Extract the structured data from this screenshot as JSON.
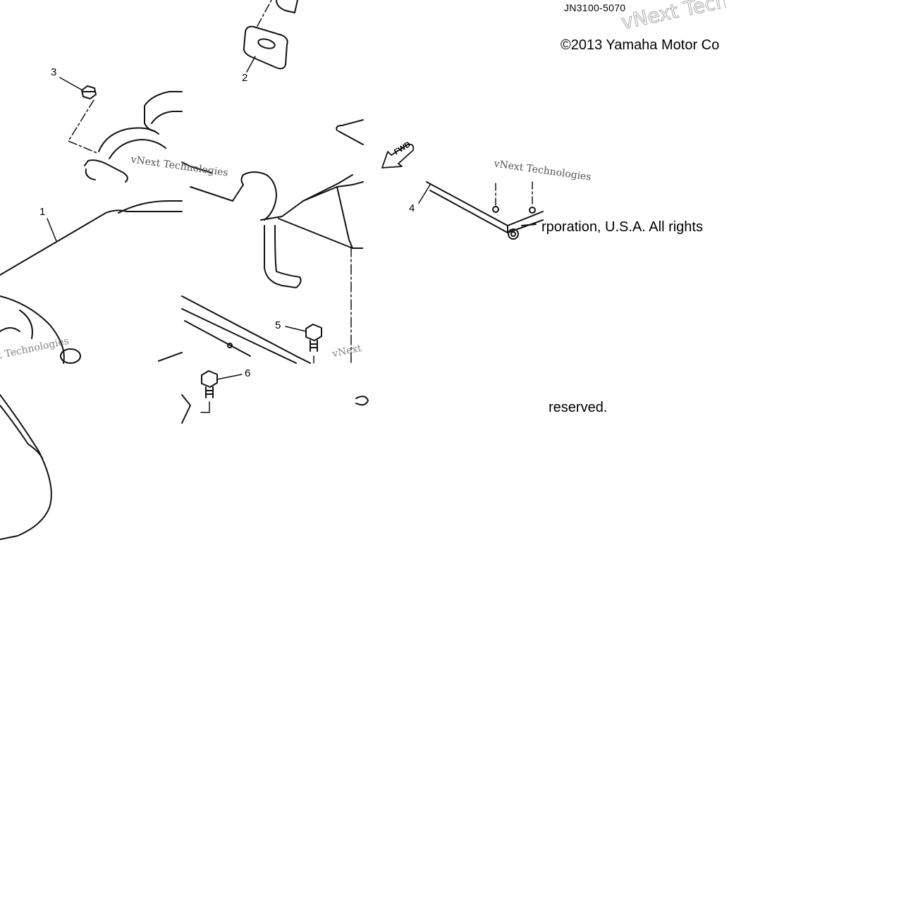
{
  "diagram": {
    "part_number": "JN3100-5070",
    "copyright_line1": "©2013 Yamaha Motor Co",
    "copyright_line2": "rporation, U.S.A. All rights",
    "copyright_line3": "reserved.",
    "forward_arrow_label": "FWD",
    "watermark": "vNext Technologies",
    "callouts": [
      "1",
      "2",
      "3",
      "4",
      "5",
      "6"
    ]
  }
}
